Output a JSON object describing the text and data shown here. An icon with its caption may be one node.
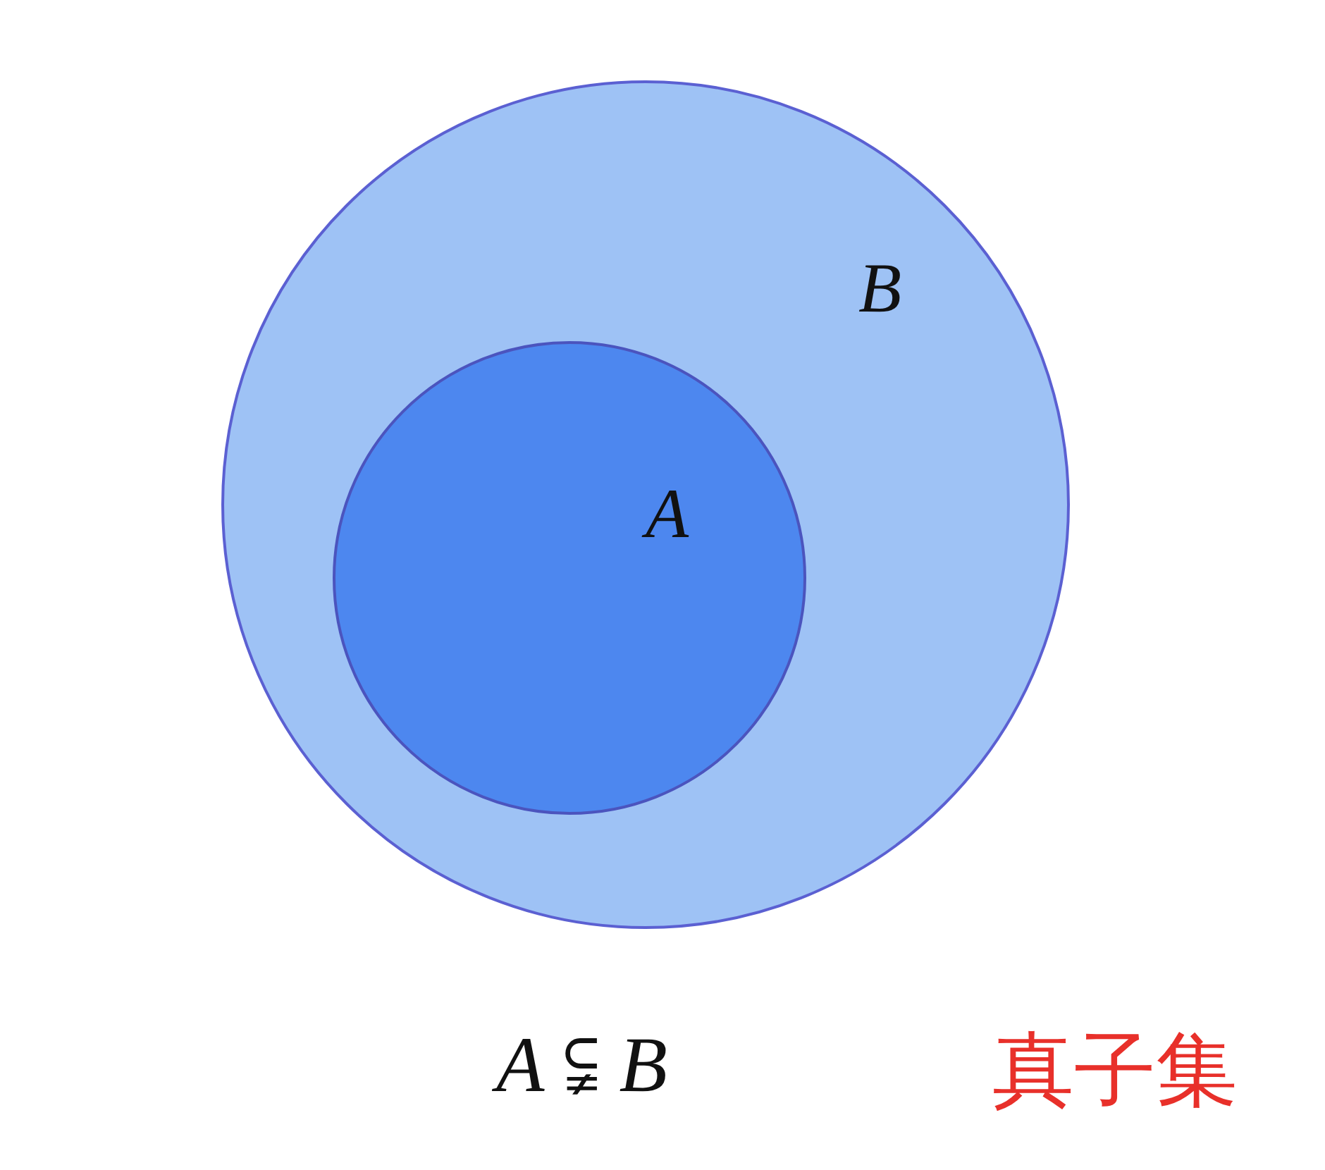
{
  "diagram": {
    "nodes": [
      {
        "text": [
          "B"
        ]
      },
      {
        "text": [
          "A"
        ],
        "in": 0
      }
    ],
    "labels": [
      "*A* ⫋ *B*",
      "真子集"
    ]
  }
}
